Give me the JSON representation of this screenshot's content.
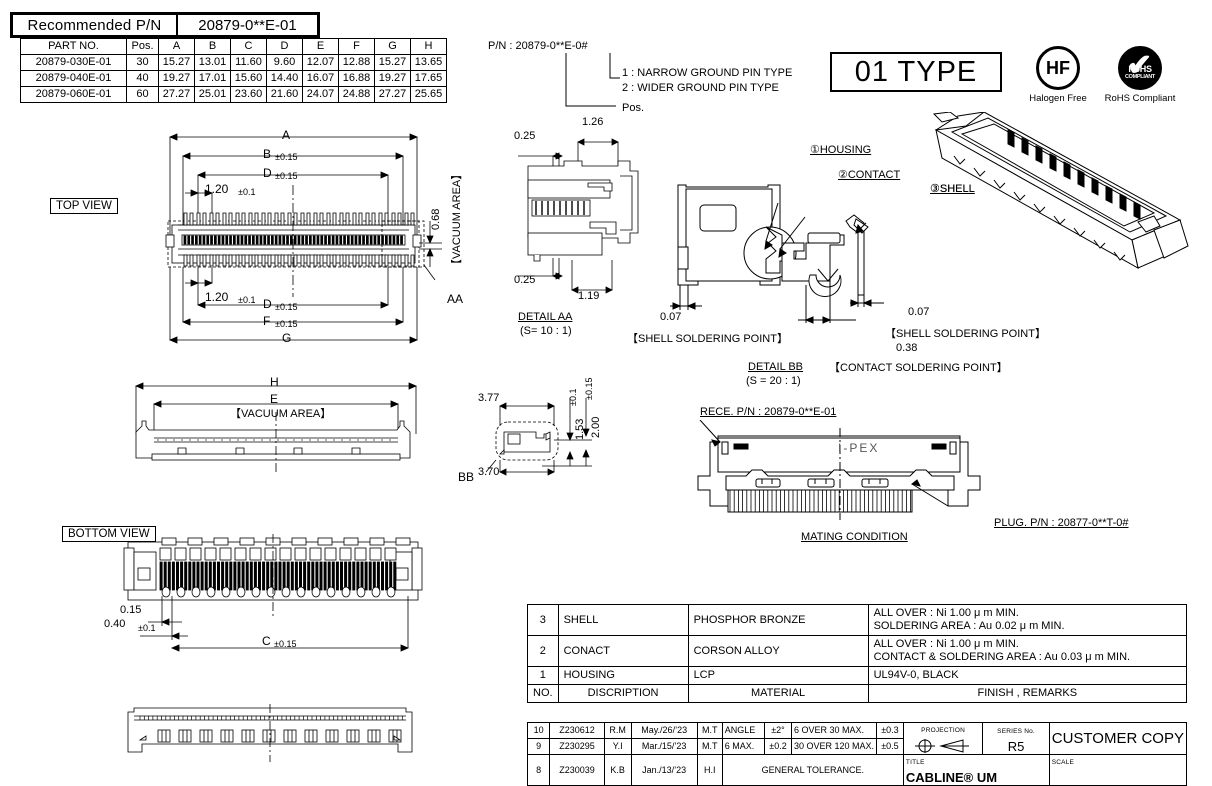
{
  "header": {
    "recommended_label": "Recommended P/N",
    "recommended_value": "20879-0**E-01"
  },
  "dim_table": {
    "columns": [
      "PART NO.",
      "Pos.",
      "A",
      "B",
      "C",
      "D",
      "E",
      "F",
      "G",
      "H"
    ],
    "rows": [
      {
        "part_no": "20879-030E-01",
        "pos": "30",
        "A": "15.27",
        "B": "13.01",
        "C": "11.60",
        "D": "9.60",
        "E": "12.07",
        "F": "12.88",
        "G": "15.27",
        "H": "13.65"
      },
      {
        "part_no": "20879-040E-01",
        "pos": "40",
        "A": "19.27",
        "B": "17.01",
        "C": "15.60",
        "D": "14.40",
        "E": "16.07",
        "F": "16.88",
        "G": "19.27",
        "H": "17.65"
      },
      {
        "part_no": "20879-060E-01",
        "pos": "60",
        "A": "27.27",
        "B": "25.01",
        "C": "23.60",
        "D": "21.60",
        "E": "24.07",
        "F": "24.88",
        "G": "27.27",
        "H": "25.65"
      }
    ]
  },
  "pn_legend": {
    "main": "P/N : 20879-0**E-0#",
    "option_1": "1 : NARROW GROUND PIN TYPE",
    "option_2": "2 : WIDER GROUND PIN TYPE",
    "pos": "Pos."
  },
  "type_box": {
    "label": "01 TYPE"
  },
  "marks": {
    "hf": {
      "glyph": "HF",
      "caption": "Halogen Free"
    },
    "rohs": {
      "glyph": "RoHS",
      "sub": "COMPLIANT",
      "caption": "RoHS Compliant"
    }
  },
  "top_view": {
    "label": "TOP VIEW",
    "dim_A": "A",
    "dim_B": "B",
    "dim_B_tol": "±0.15",
    "dim_D_top": "D",
    "dim_D_top_tol": "±0.15",
    "dim_D_bot": "D",
    "dim_D_bot_tol": "±0.15",
    "dim_F": "F",
    "dim_F_tol": "±0.15",
    "dim_G": "G",
    "pitch_top": "1.20",
    "pitch_top_tol": "±0.1",
    "pitch_bot": "1.20",
    "pitch_bot_tol": "±0.1",
    "vacuum_dim": "0.68",
    "vacuum_label": "【VACUUM AREA】",
    "detail_ref": "AA"
  },
  "front_view": {
    "dim_H": "H",
    "dim_E": "E",
    "vacuum_label": "【VACUUM AREA】"
  },
  "bottom_view": {
    "label": "BOTTOM VIEW",
    "dim_015": "0.15",
    "dim_040": "0.40",
    "dim_040_tol": "±0.1",
    "dim_C": "C",
    "dim_C_tol": "±0.15"
  },
  "detail_aa": {
    "title": "DETAIL AA",
    "scale": "(S= 10 : 1)",
    "dim_top_left": "0.25",
    "dim_126": "1.26",
    "dim_bot_left": "0.25",
    "dim_119": "1.19"
  },
  "detail_bb_side": {
    "ref": "BB",
    "dim_377": "3.77",
    "dim_370": "3.70",
    "dim_153": "1.53",
    "dim_153_tol": "±0.1",
    "dim_200": "2.00",
    "dim_200_tol": "±0.15"
  },
  "detail_bb": {
    "title": "DETAIL BB",
    "scale": "(S = 20 : 1)",
    "callout_1": "①HOUSING",
    "callout_2": "②CONTACT",
    "callout_3": "③SHELL",
    "shell_solder_left_dim": "0.07",
    "shell_solder_left_label": "【SHELL SOLDERING POINT】",
    "shell_solder_right_dim": "0.07",
    "shell_solder_right_label": "【SHELL SOLDERING POINT】",
    "contact_solder_dim": "0.38",
    "contact_solder_label": "【CONTACT SOLDERING POINT】"
  },
  "iso_view": {
    "callout_3": "③SHELL"
  },
  "mating": {
    "rece_pn": "RECE. P/N : 20879-0**E-01",
    "plug_pn": "PLUG. P/N : 20877-0**T-0#",
    "brand": "I-PEX",
    "caption": "MATING CONDITION"
  },
  "material_table": {
    "rows": [
      {
        "no": "3",
        "description": "SHELL",
        "material": "PHOSPHOR BRONZE",
        "finish_line1": "ALL OVER : Ni 1.00 μ m MIN.",
        "finish_line2": "SOLDERING AREA : Au 0.02 μ m MIN."
      },
      {
        "no": "2",
        "description": "CONACT",
        "material": "CORSON ALLOY",
        "finish_line1": "ALL OVER : Ni 1.00 μ m MIN.",
        "finish_line2": "CONTACT & SOLDERING AREA : Au 0.03 μ m MIN."
      },
      {
        "no": "1",
        "description": "HOUSING",
        "material": "LCP",
        "finish_line1": "UL94V-0, BLACK",
        "finish_line2": ""
      }
    ],
    "header": {
      "no": "NO.",
      "description": "DISCRIPTION",
      "material": "MATERIAL",
      "finish": "FINISH , REMARKS"
    }
  },
  "title_block": {
    "revisions": [
      {
        "no": "10",
        "doc": "Z230612",
        "by": "R.M",
        "date": "May./26/’23",
        "chk": "M.T"
      },
      {
        "no": "9",
        "doc": "Z230295",
        "by": "Y.I",
        "date": "Mar./15/’23",
        "chk": "M.T"
      },
      {
        "no": "8",
        "doc": "Z230039",
        "by": "K.B",
        "date": "Jan./13/’23",
        "chk": "H.I"
      }
    ],
    "tolerance": {
      "r1_c1": "ANGLE",
      "r1_c2": "±2°",
      "r1_c3": "6 OVER 30 MAX.",
      "r1_c4": "±0.3",
      "r2_c1": "6 MAX.",
      "r2_c2": "±0.2",
      "r2_c3": "30 OVER 120 MAX.",
      "r2_c4": "±0.5",
      "r3": "GENERAL TOLERANCE."
    },
    "projection_label": "PROJECTION",
    "series_label": "SERIES No.",
    "series_value": "R5",
    "customer_copy": "CUSTOMER COPY",
    "title_label": "TITLE",
    "title_value": "CABLINE®  UM",
    "scale_label": "SCALE"
  }
}
